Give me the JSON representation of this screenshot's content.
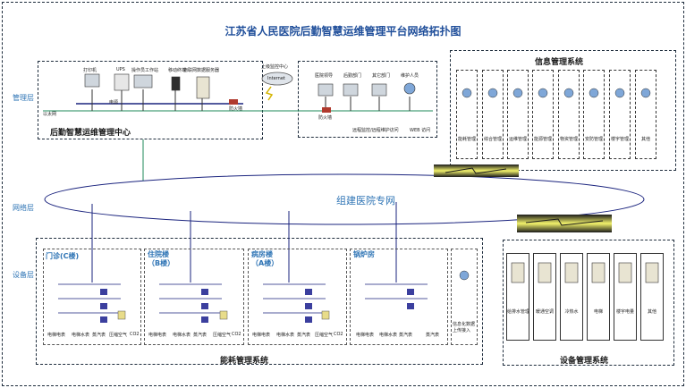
{
  "title": "江苏省人民医院后勤智慧运维管理平台网络拓扑图",
  "layers": {
    "management": "管理层",
    "network": "网络层",
    "device": "设备层"
  },
  "mgmt_center": {
    "title": "后勤智慧运维管理中心",
    "ethernet": "以太网",
    "devices": [
      "打印机",
      "UPS",
      "操作员工作站",
      "移动终端",
      "物联网数据服务器"
    ],
    "psu": "电源",
    "firewall": "防火墙"
  },
  "remote": {
    "cloud_label": "上级监控中心",
    "cloud_text": "Internet",
    "devices": [
      "医院领导",
      "后勤部门",
      "其它部门",
      "维护人员"
    ],
    "firewall": "防火墙",
    "remote_text": "远程监控/远程维护访问",
    "web": "WEB 访问"
  },
  "info_system": {
    "title": "信息管理系统",
    "items": [
      "能耗管理",
      "综合管理",
      "运维管理",
      "能源管理",
      "物资管理",
      "安防管理",
      "楼宇管理",
      "其他"
    ]
  },
  "network": {
    "label": "组建医院专网"
  },
  "energy_system": {
    "title": "能耗管理系统",
    "buildings": [
      {
        "name": "门诊(C楼)",
        "labels": [
          "电梯电表",
          "电梯水表",
          "蒸汽表",
          "压缩空气",
          "CO2"
        ]
      },
      {
        "name": "住院楼\n（B楼）",
        "labels": [
          "电梯电表",
          "电梯水表",
          "蒸汽表",
          "压缩空气",
          "CO2"
        ]
      },
      {
        "name": "病房楼\n（A楼）",
        "labels": [
          "电梯电表",
          "电梯水表",
          "蒸汽表",
          "压缩空气",
          "CO2"
        ]
      },
      {
        "name": "锅炉房",
        "labels": [
          "电梯电表",
          "电梯水表",
          "蒸汽表",
          "蒸汽表"
        ]
      }
    ],
    "extra": "信息化数据\n上传接入"
  },
  "device_system": {
    "title": "设备管理系统",
    "items": [
      "给排水管理",
      "暖通空调",
      "冷热水",
      "电梯",
      "楼宇电量",
      "其他"
    ]
  },
  "colors": {
    "title": "#1f4e9a",
    "layer": "#2e74b5",
    "green_line": "#1e8a5a",
    "navy": "#1a237e",
    "lightning": "#f2f26b"
  }
}
